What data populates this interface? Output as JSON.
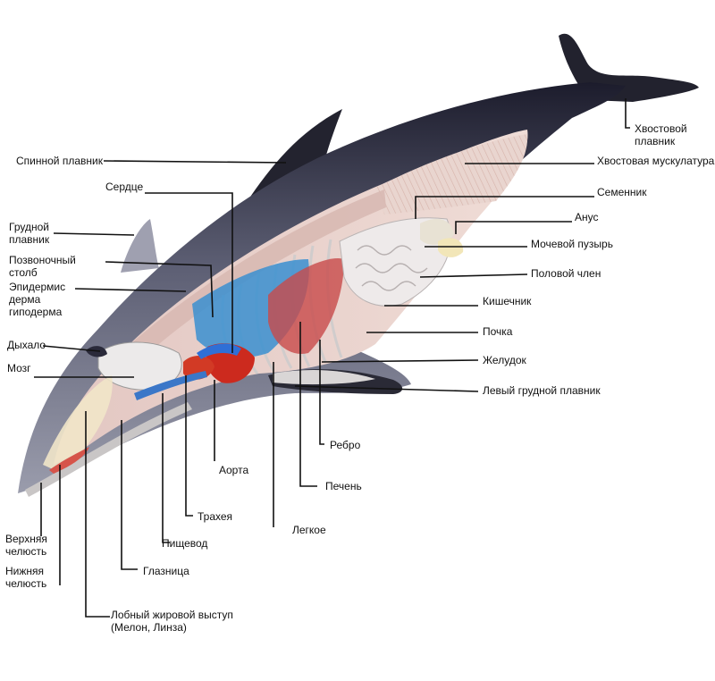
{
  "labels": {
    "dorsal_fin": "Спинной плавник",
    "heart": "Сердце",
    "pectoral_fin": "Грудной\nплавник",
    "spine": "Позвоночный\nстолб",
    "skin_layers": "Эпидермис\nдерма\nгиподерма",
    "blowhole": "Дыхало",
    "brain": "Мозг",
    "upper_jaw": "Верхняя\nчелюсть",
    "lower_jaw": "Нижняя\nчелюсть",
    "melon": "Лобный жировой выступ\n(Мелон, Линза)",
    "eye_socket": "Глазница",
    "esophagus": "Пищевод",
    "trachea": "Трахея",
    "aorta": "Аорта",
    "lung": "Легкое",
    "liver": "Печень",
    "rib": "Ребро",
    "left_pectoral_fin": "Левый грудной плавник",
    "stomach": "Желудок",
    "kidney": "Почка",
    "intestine": "Кишечник",
    "penis": "Половой член",
    "bladder": "Мочевой пузырь",
    "anus": "Анус",
    "testis": "Семенник",
    "tail_muscles": "Хвостовая мускулатура",
    "tail_fin": "Хвостовой\nплавник"
  },
  "colors": {
    "body_dark": "#2a2a3a",
    "body_grey": "#8e90a2",
    "flesh": "#e8cfc8",
    "lung_blue": "#3a8fd0",
    "heart_red": "#cc2a1e",
    "liver_red": "#c84a4a",
    "line": "#111111"
  }
}
